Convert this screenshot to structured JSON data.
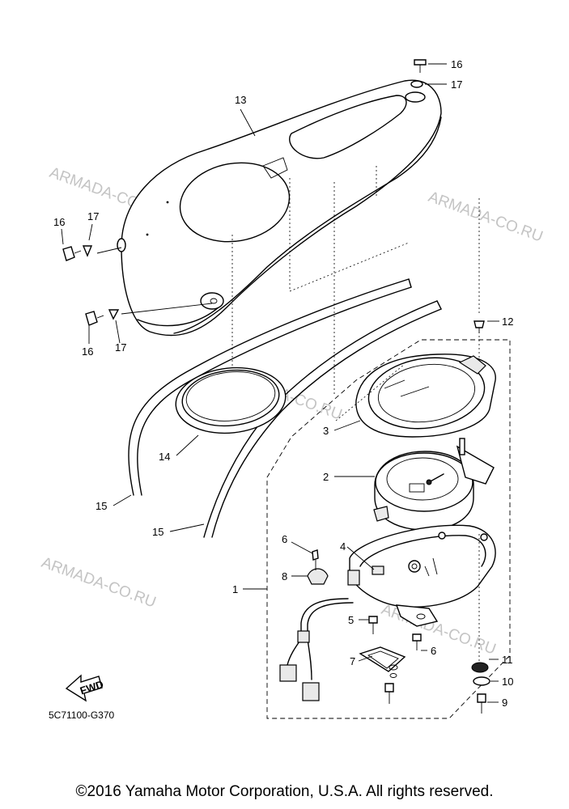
{
  "diagram": {
    "callouts": [
      "16",
      "17",
      "13",
      "16",
      "17",
      "16",
      "17",
      "12",
      "3",
      "2",
      "14",
      "15",
      "15",
      "6",
      "4",
      "8",
      "1",
      "5",
      "6",
      "7",
      "11",
      "10",
      "9"
    ],
    "watermarks": [
      "ARMADA-CO.RU",
      "ARMADA-CO.RU",
      "ARMADA-CO.RU",
      "ARMADA-CO.RU",
      "ARMADA-CO.RU"
    ],
    "fwd_label": "FWD",
    "diagram_code": "5C71100-G370"
  },
  "footer": {
    "copyright": "©2016 Yamaha Motor Corporation, U.S.A. All rights reserved."
  }
}
